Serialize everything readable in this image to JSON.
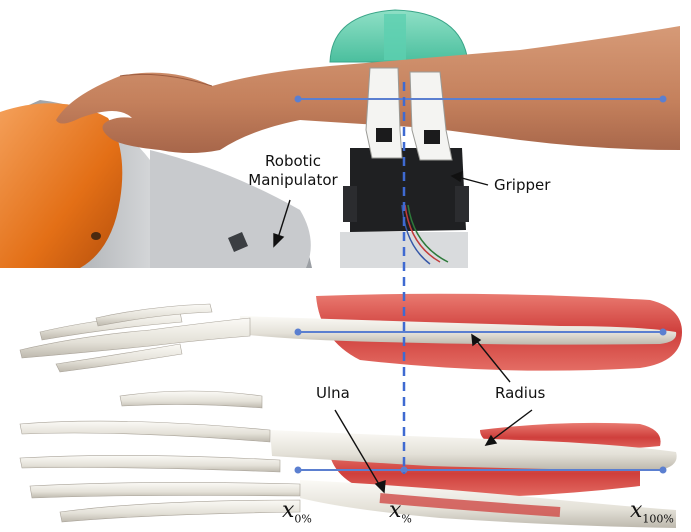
{
  "labels": {
    "robotic_manipulator": "Robotic\nManipulator",
    "gripper": "Gripper",
    "radius": "Radius",
    "ulna": "Ulna"
  },
  "x_labels": {
    "x0": {
      "main": "x",
      "sub": "0%"
    },
    "xp": {
      "main": "x",
      "sub": "%"
    },
    "x100": {
      "main": "x",
      "sub": "100%"
    }
  },
  "colors": {
    "guide_line": "#5b7fd0",
    "dashed_line": "#3f6ad1",
    "muscle": "#d9514f",
    "bone": "#eceae4",
    "robot_orange": "#e9791c",
    "robot_gray": "#b9bcc0",
    "skin": "#c98a67"
  }
}
